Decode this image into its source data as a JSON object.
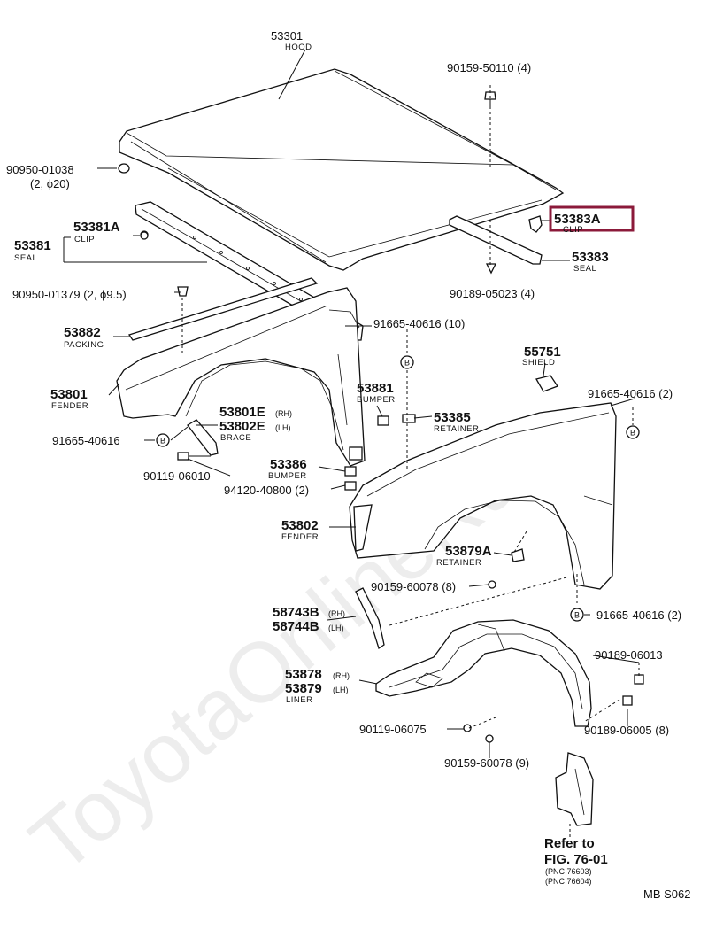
{
  "watermark": "ToyotaOnlineRu",
  "highlight_color": "#8b1a3a",
  "diagram_code": "MB S062",
  "callouts": {
    "hood_pn": "53301",
    "hood_name": "HOOD",
    "bolt_top": "90159-50110 (4)",
    "cushion_pn": "90950-01038",
    "cushion_qty": "(2, ϕ20)",
    "clip_a_pn": "53381A",
    "clip_a_name": "CLIP",
    "seal_a_pn": "53381",
    "seal_a_name": "SEAL",
    "clip_b_pn": "53383A",
    "clip_b_name": "CLIP",
    "seal_b_pn": "53383",
    "seal_b_name": "SEAL",
    "grommet": "90950-01379 (2, ϕ9.5)",
    "hood_screw": "90189-05023 (4)",
    "packing_pn": "53882",
    "packing_name": "PACKING",
    "clip_10": "91665-40616 (10)",
    "shield_pn": "55751",
    "shield_name": "SHIELD",
    "bumper_pn": "53881",
    "bumper_name": "BUMPER",
    "retainer_pn": "53385",
    "retainer_name": "RETAINER",
    "fender_l_pn": "53801",
    "fender_l_name": "FENDER",
    "brace_rh": "53801E",
    "brace_rh_side": "(RH)",
    "brace_lh": "53802E",
    "brace_lh_side": "(LH)",
    "brace_name": "BRACE",
    "clip_left": "91665-40616",
    "bolt_left": "90119-06010",
    "bumper2_pn": "53386",
    "bumper2_name": "BUMPER",
    "nut_2": "94120-40800 (2)",
    "fender_r_pn": "53802",
    "fender_r_name": "FENDER",
    "clip_2a": "91665-40616 (2)",
    "retainer2_pn": "53879A",
    "retainer2_name": "RETAINER",
    "screw_8a": "90159-60078 (8)",
    "clip_2b": "91665-40616 (2)",
    "molding_rh": "58743B",
    "molding_rh_side": "(RH)",
    "molding_lh": "58744B",
    "molding_lh_side": "(LH)",
    "liner_rh": "53878",
    "liner_rh_side": "(RH)",
    "liner_lh": "53879",
    "liner_lh_side": "(LH)",
    "liner_name": "LINER",
    "screw_6013": "90189-06013",
    "bolt_6075": "90119-06075",
    "screw_6005": "90189-06005 (8)",
    "screw_9": "90159-60078 (9)",
    "ref_1": "Refer to",
    "ref_2": "FIG. 76-01",
    "ref_3": "(PNC 76603)",
    "ref_4": "(PNC 76604)",
    "marker_b": "B"
  }
}
